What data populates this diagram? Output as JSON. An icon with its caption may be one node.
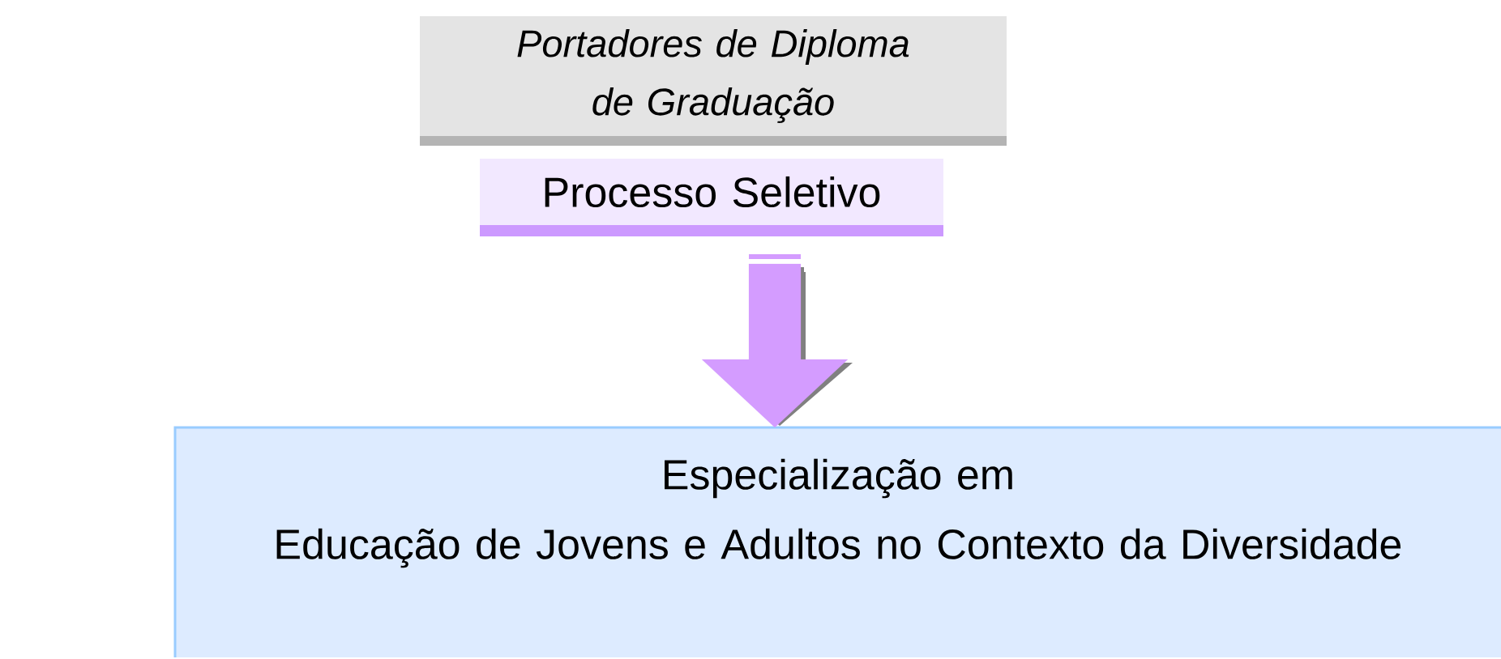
{
  "diagram": {
    "nodes": [
      {
        "text": [
          "Portadores de Diploma de Graduação"
        ]
      },
      {
        "text": [
          "Processo Seletivo"
        ]
      },
      {
        "text": [
          "Especialização em",
          "Educação de Jovens e Adultos no Contexto da Diversidade"
        ]
      }
    ],
    "edges": [
      {
        "from": 1,
        "to": 2,
        "arrow": "to"
      }
    ]
  }
}
